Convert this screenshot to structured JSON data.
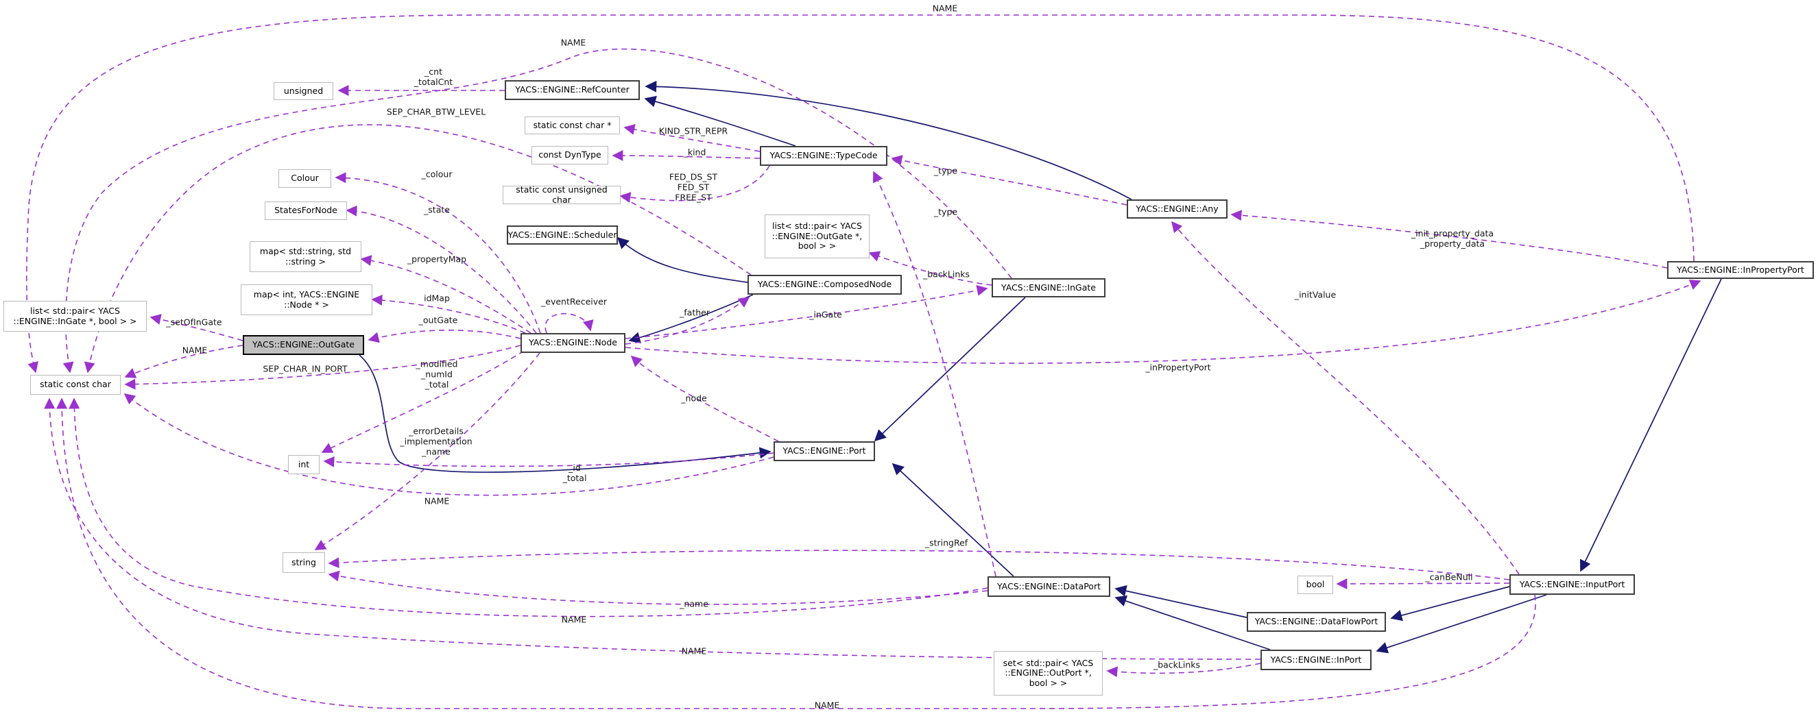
{
  "colors": {
    "inheritance_edge": "#191970",
    "usage_edge": "#9a32cd",
    "focus_node_background": "#bfbfbf",
    "class_node_border": "#3d3d3d",
    "typedef_node_border": "#b9b9b9",
    "background": "#ffffff"
  },
  "nodes": [
    {
      "id": "unsigned",
      "kind": "typedef",
      "label": "unsigned"
    },
    {
      "id": "refcounter",
      "kind": "class",
      "label": "YACS::ENGINE::RefCounter"
    },
    {
      "id": "static-const-char-ptr",
      "kind": "typedef",
      "label": "static const char *"
    },
    {
      "id": "const-dyntype",
      "kind": "typedef",
      "label": "const DynType"
    },
    {
      "id": "typecode",
      "kind": "class",
      "label": "YACS::ENGINE::TypeCode"
    },
    {
      "id": "static-const-unsigned-char",
      "kind": "typedef",
      "label": "static const unsigned char"
    },
    {
      "id": "scheduler",
      "kind": "class",
      "label": "YACS::ENGINE::Scheduler"
    },
    {
      "id": "list-outgate-pairs",
      "kind": "typedef",
      "label": "list< std::pair< YACS\n::ENGINE::OutGate *,\nbool > >"
    },
    {
      "id": "any",
      "kind": "class",
      "label": "YACS::ENGINE::Any"
    },
    {
      "id": "colour",
      "kind": "typedef",
      "label": "Colour"
    },
    {
      "id": "statesfornode",
      "kind": "typedef",
      "label": "StatesForNode"
    },
    {
      "id": "map-string-string",
      "kind": "typedef",
      "label": "map< std::string, std\n::string >"
    },
    {
      "id": "map-int-node",
      "kind": "typedef",
      "label": "map< int, YACS::ENGINE\n::Node * >"
    },
    {
      "id": "composednode",
      "kind": "class",
      "label": "YACS::ENGINE::ComposedNode"
    },
    {
      "id": "ingate",
      "kind": "class",
      "label": "YACS::ENGINE::InGate"
    },
    {
      "id": "node",
      "kind": "class",
      "label": "YACS::ENGINE::Node"
    },
    {
      "id": "list-ingate-pairs",
      "kind": "typedef",
      "label": "list< std::pair< YACS\n::ENGINE::InGate *, bool > >"
    },
    {
      "id": "outgate",
      "kind": "focus",
      "label": "YACS::ENGINE::OutGate"
    },
    {
      "id": "static-const-char",
      "kind": "typedef",
      "label": "static const char"
    },
    {
      "id": "inpropertyport",
      "kind": "class",
      "label": "YACS::ENGINE::InPropertyPort"
    },
    {
      "id": "int",
      "kind": "typedef",
      "label": "int"
    },
    {
      "id": "port",
      "kind": "class",
      "label": "YACS::ENGINE::Port"
    },
    {
      "id": "string",
      "kind": "typedef",
      "label": "string"
    },
    {
      "id": "dataport",
      "kind": "class",
      "label": "YACS::ENGINE::DataPort"
    },
    {
      "id": "bool",
      "kind": "typedef",
      "label": "bool"
    },
    {
      "id": "inputport",
      "kind": "class",
      "label": "YACS::ENGINE::InputPort"
    },
    {
      "id": "dataflowport",
      "kind": "class",
      "label": "YACS::ENGINE::DataFlowPort"
    },
    {
      "id": "inport",
      "kind": "class",
      "label": "YACS::ENGINE::InPort"
    },
    {
      "id": "set-outport-pairs",
      "kind": "typedef",
      "label": "set< std::pair< YACS\n::ENGINE::OutPort *,\nbool > >"
    }
  ],
  "edge_labels": [
    {
      "text": "NAME"
    },
    {
      "text": "NAME"
    },
    {
      "text": "_cnt\n_totalCnt"
    },
    {
      "text": "SEP_CHAR_BTW_LEVEL"
    },
    {
      "text": "KIND_STR_REPR"
    },
    {
      "text": "_kind"
    },
    {
      "text": "FED_DS_ST\nFED_ST\nFREE_ST"
    },
    {
      "text": "_type"
    },
    {
      "text": "_type"
    },
    {
      "text": "_backLinks"
    },
    {
      "text": "_colour"
    },
    {
      "text": "_state"
    },
    {
      "text": "_propertyMap"
    },
    {
      "text": "idMap"
    },
    {
      "text": "_outGate"
    },
    {
      "text": "_setOfInGate"
    },
    {
      "text": "NAME"
    },
    {
      "text": "SEP_CHAR_IN_PORT"
    },
    {
      "text": "_eventReceiver"
    },
    {
      "text": "_father"
    },
    {
      "text": "_inGate"
    },
    {
      "text": "_initValue"
    },
    {
      "text": "_init_property_data\n_property_data"
    },
    {
      "text": "_inPropertyPort"
    },
    {
      "text": "_modified\n_numId\n_total"
    },
    {
      "text": "_errorDetails\n_implementation\n_name"
    },
    {
      "text": "_node"
    },
    {
      "text": "_id\n_total"
    },
    {
      "text": "NAME"
    },
    {
      "text": "_stringRef"
    },
    {
      "text": "_name"
    },
    {
      "text": "_canBeNull"
    },
    {
      "text": "NAME"
    },
    {
      "text": "NAME"
    },
    {
      "text": "_backLinks"
    },
    {
      "text": "NAME"
    }
  ]
}
